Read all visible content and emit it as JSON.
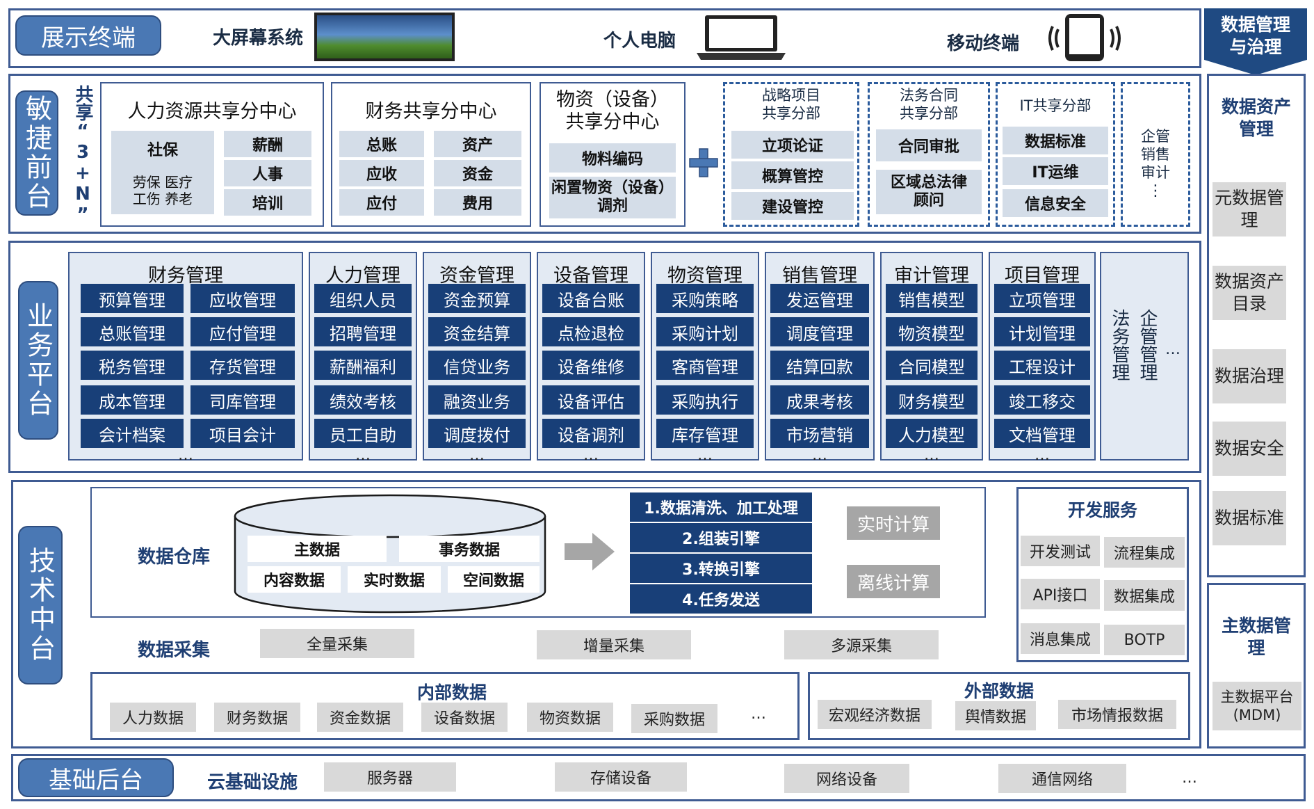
{
  "display": {
    "tag": "展示终端",
    "big_screen": "大屏幕系统",
    "pc": "个人电脑",
    "mobile": "移动终端"
  },
  "right": {
    "governance": "数据管理与治理",
    "asset_title": "数据资产管理",
    "asset_items": [
      "元数据管理",
      "数据资产目录",
      "数据治理",
      "数据安全",
      "数据标准"
    ],
    "mdm_title": "主数据管理",
    "mdm_item": "主数据平台(MDM)"
  },
  "agile": {
    "tag": "敏捷前台",
    "shared_label": "共享“3+N”",
    "hr": {
      "title": "人力资源共享分中心",
      "social": "社保",
      "social_sub": "劳保 医疗\n工伤 养老",
      "items": [
        "薪酬",
        "人事",
        "培训"
      ]
    },
    "fin": {
      "title": "财务共享分中心",
      "col1": [
        "总账",
        "应收",
        "应付"
      ],
      "col2": [
        "资产",
        "资金",
        "费用"
      ]
    },
    "mat": {
      "title": "物资（设备）\n共享分中心",
      "items": [
        "物料编码",
        "闲置物资（设备）\n调剂"
      ]
    },
    "strategy": {
      "title": "战略项目\n共享分部",
      "items": [
        "立项论证",
        "概算管控",
        "建设管控"
      ]
    },
    "legal": {
      "title": "法务合同\n共享分部",
      "items": [
        "合同审批",
        "区域总法律\n顾问"
      ]
    },
    "it": {
      "title": "IT共享分部",
      "items": [
        "数据标准",
        "IT运维",
        "信息安全"
      ]
    },
    "other": {
      "lines": [
        "企管",
        "销售",
        "审计"
      ],
      "dots": "⋮"
    }
  },
  "business": {
    "tag": "业务平台",
    "finance": {
      "title": "财务管理",
      "col1": [
        "预算管理",
        "总账管理",
        "税务管理",
        "成本管理",
        "会计档案"
      ],
      "col2": [
        "应收管理",
        "应付管理",
        "存货管理",
        "司库管理",
        "项目会计"
      ]
    },
    "modules": [
      {
        "title": "人力管理",
        "items": [
          "组织人员",
          "招聘管理",
          "薪酬福利",
          "绩效考核",
          "员工自助"
        ]
      },
      {
        "title": "资金管理",
        "items": [
          "资金预算",
          "资金结算",
          "信贷业务",
          "融资业务",
          "调度拨付"
        ]
      },
      {
        "title": "设备管理",
        "items": [
          "设备台账",
          "点检退检",
          "设备维修",
          "设备评估",
          "设备调剂"
        ]
      },
      {
        "title": "物资管理",
        "items": [
          "采购策略",
          "采购计划",
          "客商管理",
          "采购执行",
          "库存管理"
        ]
      },
      {
        "title": "销售管理",
        "items": [
          "发运管理",
          "调度管理",
          "结算回款",
          "成果考核",
          "市场营销"
        ]
      },
      {
        "title": "审计管理",
        "items": [
          "销售模型",
          "物资模型",
          "合同模型",
          "财务模型",
          "人力模型"
        ]
      },
      {
        "title": "项目管理",
        "items": [
          "立项管理",
          "计划管理",
          "工程设计",
          "竣工移交",
          "文档管理"
        ]
      }
    ],
    "extra": {
      "col1": "法务管理",
      "col2": "企管管理",
      "dots": "…"
    },
    "more": "…"
  },
  "tech": {
    "tag": "技术中台",
    "warehouse_label": "数据仓库",
    "cyl_row1": [
      "主数据",
      "事务数据"
    ],
    "cyl_row2": [
      "内容数据",
      "实时数据",
      "空间数据"
    ],
    "steps": [
      "1.数据清洗、加工处理",
      "2.组装引擎",
      "3.转换引擎",
      "4.任务发送"
    ],
    "realtime": "实时计算",
    "offline": "离线计算",
    "collect_label": "数据采集",
    "collect": [
      "全量采集",
      "增量采集",
      "多源采集"
    ],
    "dev_title": "开发服务",
    "dev_items": [
      "开发测试",
      "流程集成",
      "API接口",
      "数据集成",
      "消息集成",
      "BOTP"
    ],
    "internal_title": "内部数据",
    "internal_items": [
      "人力数据",
      "财务数据",
      "资金数据",
      "设备数据",
      "物资数据",
      "采购数据"
    ],
    "internal_more": "…",
    "external_title": "外部数据",
    "external_items": [
      "宏观经济数据",
      "舆情数据",
      "市场情报数据"
    ]
  },
  "base": {
    "tag": "基础后台",
    "label": "云基础设施",
    "items": [
      "服务器",
      "存储设备",
      "网络设备",
      "通信网络"
    ],
    "more": "…"
  }
}
